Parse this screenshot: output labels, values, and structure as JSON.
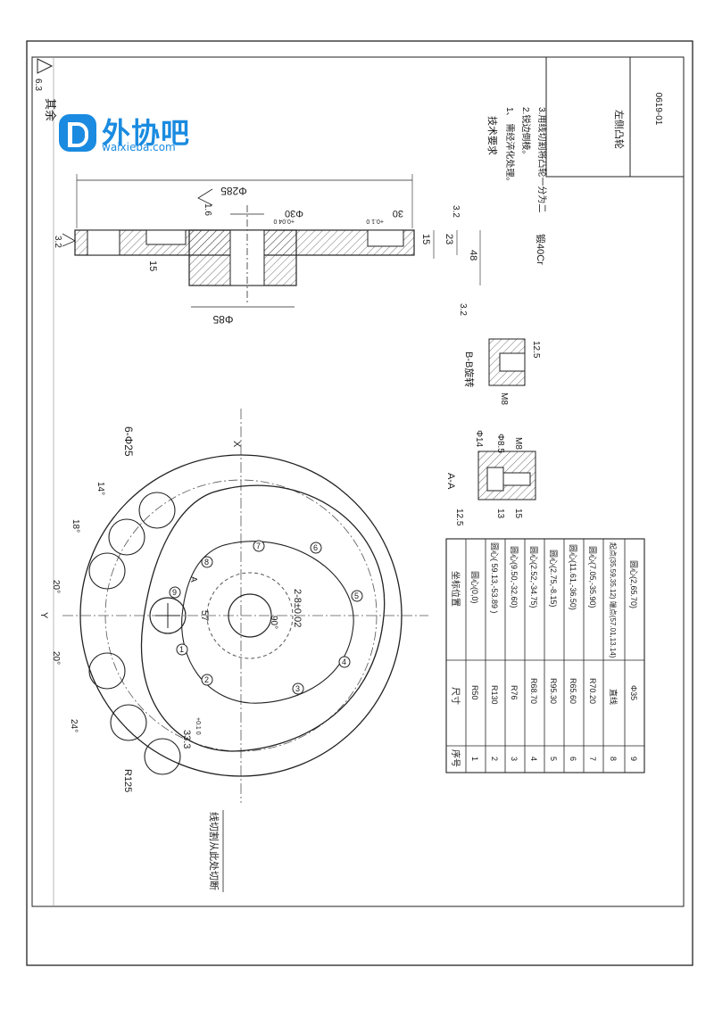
{
  "brand": {
    "name_cn": "外协吧",
    "site": "waixieba.com"
  },
  "roughness": {
    "label": "其余",
    "value": "6.3"
  },
  "title_block": {
    "part_name": "左侧凸轮",
    "part_no": "0619-01"
  },
  "tech_requirements": {
    "title": "技术要求",
    "items": [
      "1、 需经淬化处理。",
      "2.锐边倒棱。",
      "3.用线切割将凸轮一分为二"
    ]
  },
  "material": "锻40Cr",
  "section_dims": {
    "d285": "Φ285",
    "d85": "Φ85",
    "d30": "Φ30",
    "d30_tol": "+0.04  0",
    "h30": "30",
    "h30_tol": "+0.1  0",
    "h15a": "15",
    "h15b": "15",
    "h23": "23",
    "h48": "48",
    "r16": "1.6",
    "r32a": "3.2",
    "r32b": "3.2",
    "r32c": "3.2"
  },
  "bb_view": {
    "label": "B-B旋转",
    "m8": "M8",
    "h125": "12.5"
  },
  "aa_view": {
    "label": "A-A",
    "d14": "Φ14",
    "d85": "Φ8.5",
    "m8": "M8",
    "h125": "12.5",
    "h13": "13",
    "h15": "15"
  },
  "plan_view": {
    "x_label": "X",
    "y_label": "Y",
    "a_label": "A",
    "holes_label": "6-Φ25",
    "r125": "R125",
    "ang14": "14°",
    "ang18": "18°",
    "ang20a": "20°",
    "ang20b": "20°",
    "ang24": "24°",
    "ang90": "90°",
    "d57": "57",
    "slot": "2-8±0.02",
    "d333": "33.3",
    "d333_tol": "+0.1  0",
    "cut_note": "线切割从此处切断",
    "points": [
      "1",
      "2",
      "3",
      "4",
      "5",
      "6",
      "7",
      "8",
      "9"
    ]
  },
  "coord_table": {
    "headers": [
      "序号",
      "尺寸",
      "坐标位置"
    ],
    "rows": [
      [
        "1",
        "R50",
        "圆心(0,0)"
      ],
      [
        "2",
        "R130",
        "圆心( 59.13,-53.89 )"
      ],
      [
        "3",
        "R76",
        "圆心(9.50,-32.60)"
      ],
      [
        "4",
        "R68.70",
        "圆心(2.52,-34.75)"
      ],
      [
        "5",
        "R95.30",
        "圆心(2.75,-8.15)"
      ],
      [
        "6",
        "R65.60",
        "圆心(11.61,-36.50)"
      ],
      [
        "7",
        "R70.20",
        "圆心(7.05,-35.90)"
      ],
      [
        "8",
        "直线",
        "起点(35.59,35.12)\n端点(57.01,13.14)"
      ],
      [
        "9",
        "Φ35",
        "圆心(2,65.70)"
      ]
    ]
  }
}
